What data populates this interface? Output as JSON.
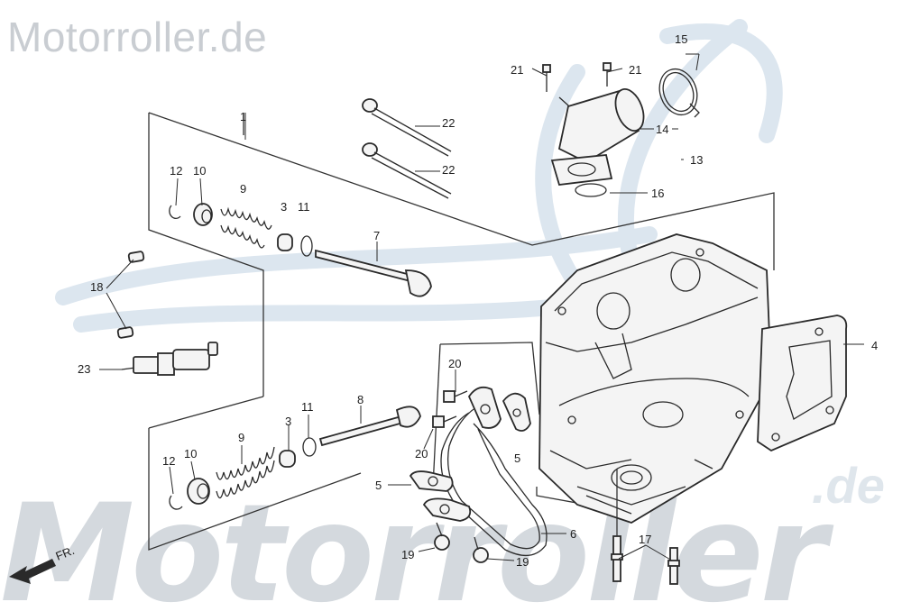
{
  "watermark": {
    "brand_small": "Motorroller.de",
    "brand_large": "Motorroller",
    "brand_suffix": ".de"
  },
  "direction_label": "FR.",
  "part_labels": [
    {
      "id": "label-1",
      "text": "1"
    },
    {
      "id": "label-3-top",
      "text": "3"
    },
    {
      "id": "label-3-bottom",
      "text": "3"
    },
    {
      "id": "label-4",
      "text": "4"
    },
    {
      "id": "label-5-left",
      "text": "5"
    },
    {
      "id": "label-5-right",
      "text": "5"
    },
    {
      "id": "label-6",
      "text": "6"
    },
    {
      "id": "label-7",
      "text": "7"
    },
    {
      "id": "label-8",
      "text": "8"
    },
    {
      "id": "label-9-top",
      "text": "9"
    },
    {
      "id": "label-9-bottom",
      "text": "9"
    },
    {
      "id": "label-10-top",
      "text": "10"
    },
    {
      "id": "label-10-bottom",
      "text": "10"
    },
    {
      "id": "label-11-top",
      "text": "11"
    },
    {
      "id": "label-11-bottom",
      "text": "11"
    },
    {
      "id": "label-12-top",
      "text": "12"
    },
    {
      "id": "label-12-bottom",
      "text": "12"
    },
    {
      "id": "label-13",
      "text": "13"
    },
    {
      "id": "label-14",
      "text": "14"
    },
    {
      "id": "label-15",
      "text": "15"
    },
    {
      "id": "label-16",
      "text": "16"
    },
    {
      "id": "label-17",
      "text": "17"
    },
    {
      "id": "label-18",
      "text": "18"
    },
    {
      "id": "label-19-left",
      "text": "19"
    },
    {
      "id": "label-19-right",
      "text": "19"
    },
    {
      "id": "label-20-top",
      "text": "20"
    },
    {
      "id": "label-20-bottom",
      "text": "20"
    },
    {
      "id": "label-21-left",
      "text": "21"
    },
    {
      "id": "label-21-right",
      "text": "21"
    },
    {
      "id": "label-22-top",
      "text": "22"
    },
    {
      "id": "label-22-bottom",
      "text": "22"
    },
    {
      "id": "label-23",
      "text": "23"
    }
  ],
  "colors": {
    "line": "#2a2a2a",
    "watermark": "#c9cdd2",
    "watermark_swoosh": "#dce6ef",
    "background": "#ffffff"
  }
}
